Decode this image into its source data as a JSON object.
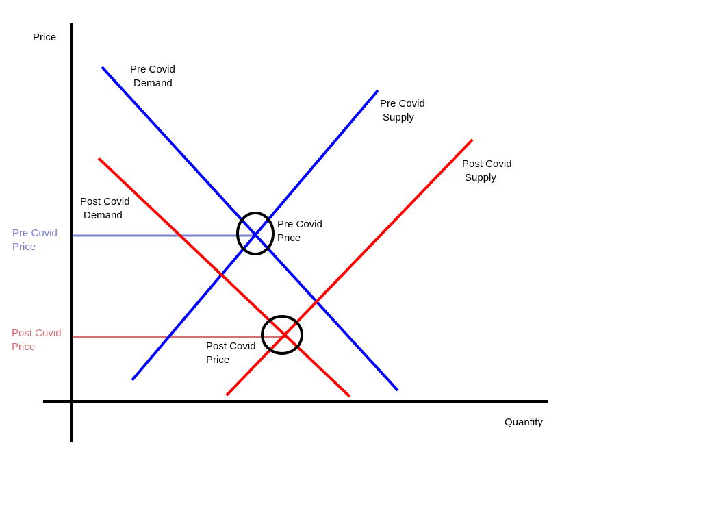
{
  "axes": {
    "y_label": "Price",
    "x_label": "Quantity"
  },
  "curves": {
    "pre_demand": {
      "line1": "Pre Covid",
      "line2": "Demand",
      "color": "#0000ff"
    },
    "pre_supply": {
      "line1": "Pre Covid",
      "line2": "Supply",
      "color": "#0000ff"
    },
    "post_demand": {
      "line1": "Post Covid",
      "line2": "Demand",
      "color": "#ff0000"
    },
    "post_supply": {
      "line1": "Post Covid",
      "line2": "Supply",
      "color": "#ff0000"
    }
  },
  "price_levels": {
    "pre": {
      "line1": "Pre Covid",
      "line2": "Price",
      "color": "#7b7fd2"
    },
    "post": {
      "line1": "Post Covid",
      "line2": "Price",
      "color": "#d46f78"
    }
  },
  "equilibria": {
    "pre": {
      "line1": "Pre Covid",
      "line2": "Price"
    },
    "post": {
      "line1": "Post Covid",
      "line2": "Price"
    }
  }
}
